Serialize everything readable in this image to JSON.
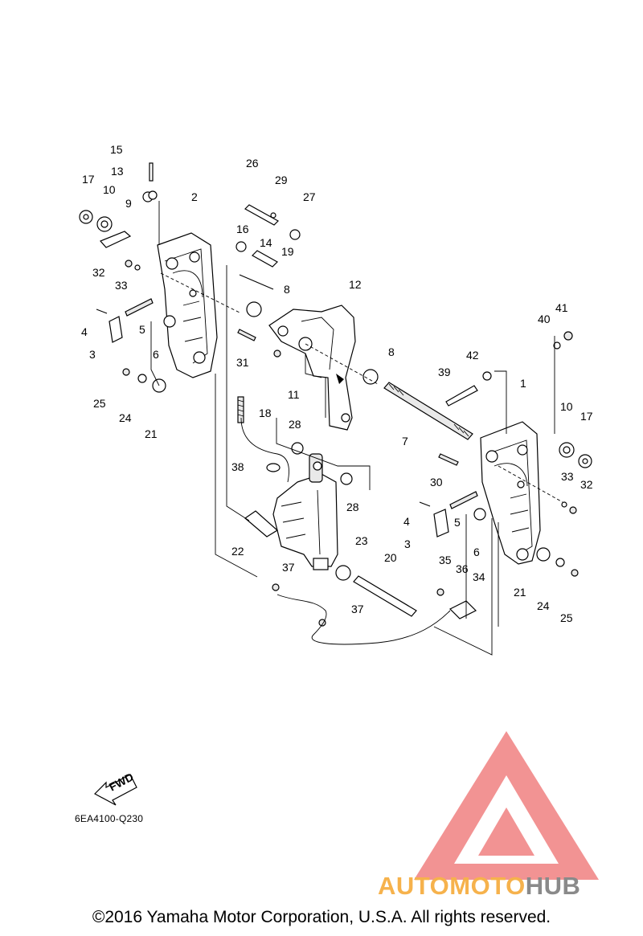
{
  "callouts": [
    "1",
    "2",
    "3",
    "4",
    "5",
    "6",
    "7",
    "8",
    "9",
    "10",
    "11",
    "12",
    "13",
    "14",
    "15",
    "16",
    "17",
    "18",
    "19",
    "20",
    "21",
    "22",
    "23",
    "24",
    "25",
    "26",
    "27",
    "28",
    "29",
    "30",
    "31",
    "32",
    "33",
    "34",
    "35",
    "36",
    "37",
    "38",
    "39",
    "40",
    "41",
    "42"
  ],
  "diagram_code": "6EA4100-Q230",
  "fwd_label": "FWD",
  "copyright": "©2016 Yamaha Motor Corporation, U.S.A. All rights reserved.",
  "watermark": {
    "part1": "AUTOMOTO",
    "part2": "HUB"
  },
  "colors": {
    "line": "#000000",
    "watermark_red": "#f08080",
    "watermark_orange": "#f6b24c",
    "watermark_grey": "#8a8a8a"
  }
}
